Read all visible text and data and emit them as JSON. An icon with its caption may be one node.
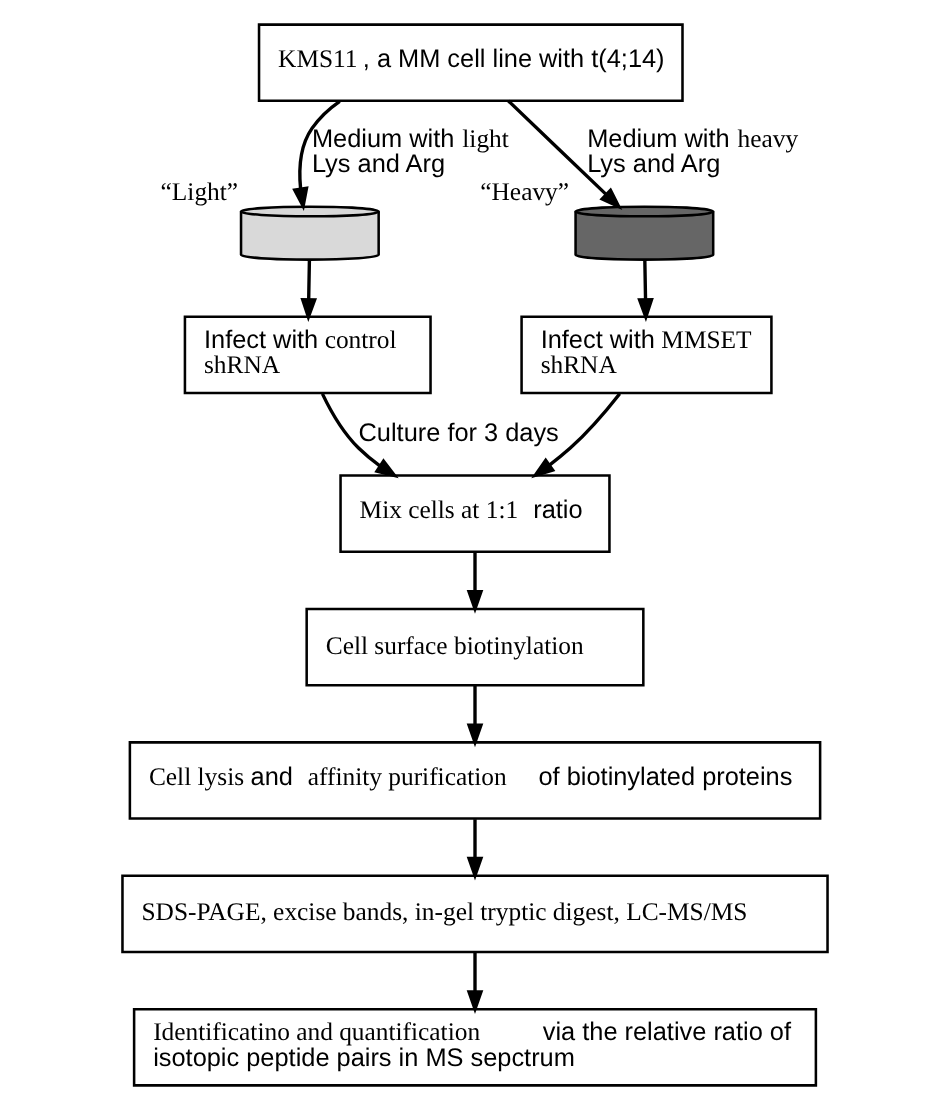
{
  "diagram": {
    "nodes": [
      {
        "text": [
          "**KMS11**, a MM cell line with t(4;14)"
        ]
      },
      {
        "text": [],
        "shape": "cylinder",
        "beside": [
          "“Light”"
        ]
      },
      {
        "text": [],
        "shape": "cylinder",
        "beside": [
          "“Heavy”"
        ]
      },
      {
        "text": [
          "Infect with **control shRNA**"
        ]
      },
      {
        "text": [
          "Infect with **MMSET shRNA**"
        ]
      },
      {
        "text": [
          "**Mix cells at 1:1** ratio"
        ]
      },
      {
        "text": [
          "**Cell surface biotinylation**"
        ]
      },
      {
        "text": [
          "**Cell lysis** and **affinity purification** of biotinylated proteins"
        ]
      },
      {
        "text": [
          "**SDS-PAGE, excise bands, in-gel tryptic digest, LC-MS/MS**"
        ]
      },
      {
        "text": [
          "**Identificatino and quantification** via the relative ratio of isotopic peptide pairs in MS sepctrum"
        ]
      }
    ],
    "edges": [
      {
        "from": 0,
        "to": 1,
        "arrow": "to",
        "label": "Medium with **light** Lys and Arg"
      },
      {
        "from": 0,
        "to": 2,
        "arrow": "to",
        "label": "Medium with **heavy** Lys and Arg"
      },
      {
        "from": 1,
        "to": 3,
        "arrow": "to"
      },
      {
        "from": 2,
        "to": 4,
        "arrow": "to"
      },
      {
        "from": 3,
        "to": 5,
        "arrow": "to",
        "label": "Culture for 3 days"
      },
      {
        "from": 4,
        "to": 5,
        "arrow": "to"
      },
      {
        "from": 5,
        "to": 6,
        "arrow": "to"
      },
      {
        "from": 6,
        "to": 7,
        "arrow": "to"
      },
      {
        "from": 7,
        "to": 8,
        "arrow": "to"
      },
      {
        "from": 8,
        "to": 9,
        "arrow": "to"
      }
    ]
  }
}
